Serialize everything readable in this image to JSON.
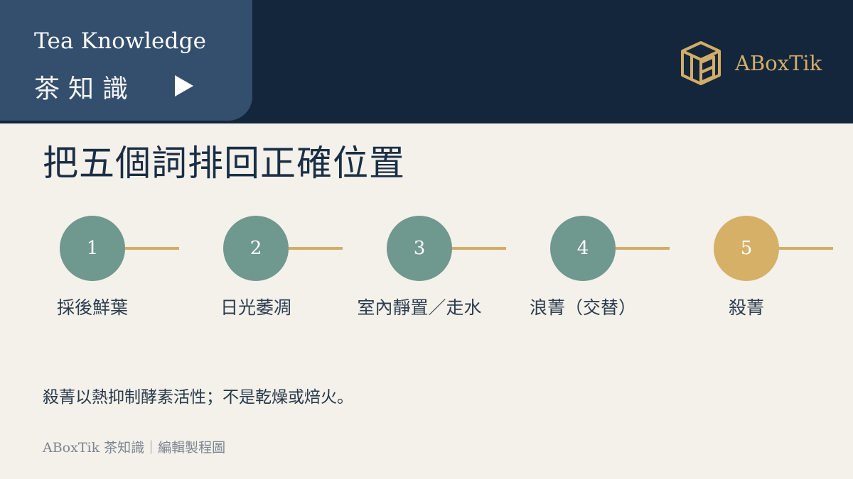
{
  "header": {
    "title_en": "Tea Knowledge",
    "title_zh": "茶知識",
    "play_icon": "play-triangle-icon",
    "logo_icon": "box-cube-logo-icon",
    "logo_text": "ABoxTik"
  },
  "main": {
    "heading": "把五個詞排回正確位置",
    "steps": [
      {
        "number": "1",
        "label": "採後鮮葉"
      },
      {
        "number": "2",
        "label": "日光萎凋"
      },
      {
        "number": "3",
        "label": "室內靜置／走水"
      },
      {
        "number": "4",
        "label": "浪菁（交替）"
      },
      {
        "number": "5",
        "label": "殺菁"
      }
    ],
    "note": "殺菁以熱抑制酵素活性；不是乾燥或焙火。"
  },
  "footer": {
    "text": "ABoxTik 茶知識｜編輯製程圖"
  },
  "colors": {
    "header_bg": "#13263b",
    "header_card": "#344f6d",
    "page_bg": "#f4f1ea",
    "step_circle": "#6f988f",
    "step_active": "#d6b066",
    "accent_gold": "#d2ad68",
    "heading_text": "#1a2f46"
  }
}
